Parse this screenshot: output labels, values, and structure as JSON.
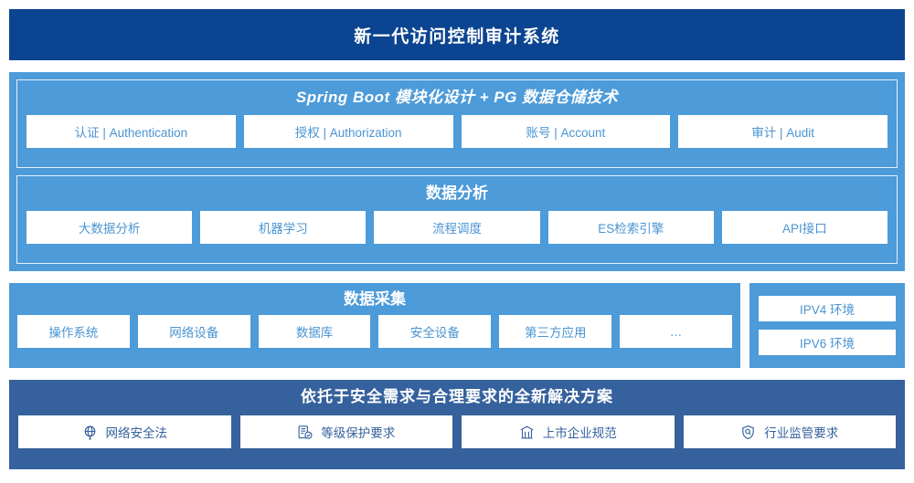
{
  "header": {
    "title": "新一代访问控制审计系统"
  },
  "application_layer": {
    "spring_boot": {
      "title": "Spring Boot 模块化设计 + PG 数据仓储技术",
      "chips": [
        {
          "label": "认证 | Authentication"
        },
        {
          "label": "授权 | Authorization"
        },
        {
          "label": "账号 | Account"
        },
        {
          "label": "审计 | Audit"
        }
      ]
    },
    "data_analysis": {
      "title": "数据分析",
      "chips": [
        {
          "label": "大数据分析"
        },
        {
          "label": "机器学习"
        },
        {
          "label": "流程调度"
        },
        {
          "label": "ES检索引擎"
        },
        {
          "label": "API接口"
        }
      ]
    }
  },
  "collection_layer": {
    "data_collection": {
      "title": "数据采集",
      "chips": [
        {
          "label": "操作系统"
        },
        {
          "label": "网络设备"
        },
        {
          "label": "数据库"
        },
        {
          "label": "安全设备"
        },
        {
          "label": "第三方应用"
        },
        {
          "label": "…"
        }
      ]
    },
    "environments": {
      "chips": [
        {
          "label": "IPV4 环境"
        },
        {
          "label": "IPV6 环境"
        }
      ]
    }
  },
  "compliance_layer": {
    "title": "依托于安全需求与合理要求的全新解决方案",
    "chips": [
      {
        "label": "网络安全法",
        "icon": "globe-network-icon"
      },
      {
        "label": "等级保护要求",
        "icon": "document-check-icon"
      },
      {
        "label": "上市企业规范",
        "icon": "bank-building-icon"
      },
      {
        "label": "行业监管要求",
        "icon": "shield-search-icon"
      }
    ]
  },
  "colors": {
    "header_navy": "#0b4490",
    "panel_blue": "#4d9bd9",
    "bottom_blue": "#35619c",
    "chip_text_blue": "#4a94d2",
    "chip_bg": "#ffffff"
  }
}
